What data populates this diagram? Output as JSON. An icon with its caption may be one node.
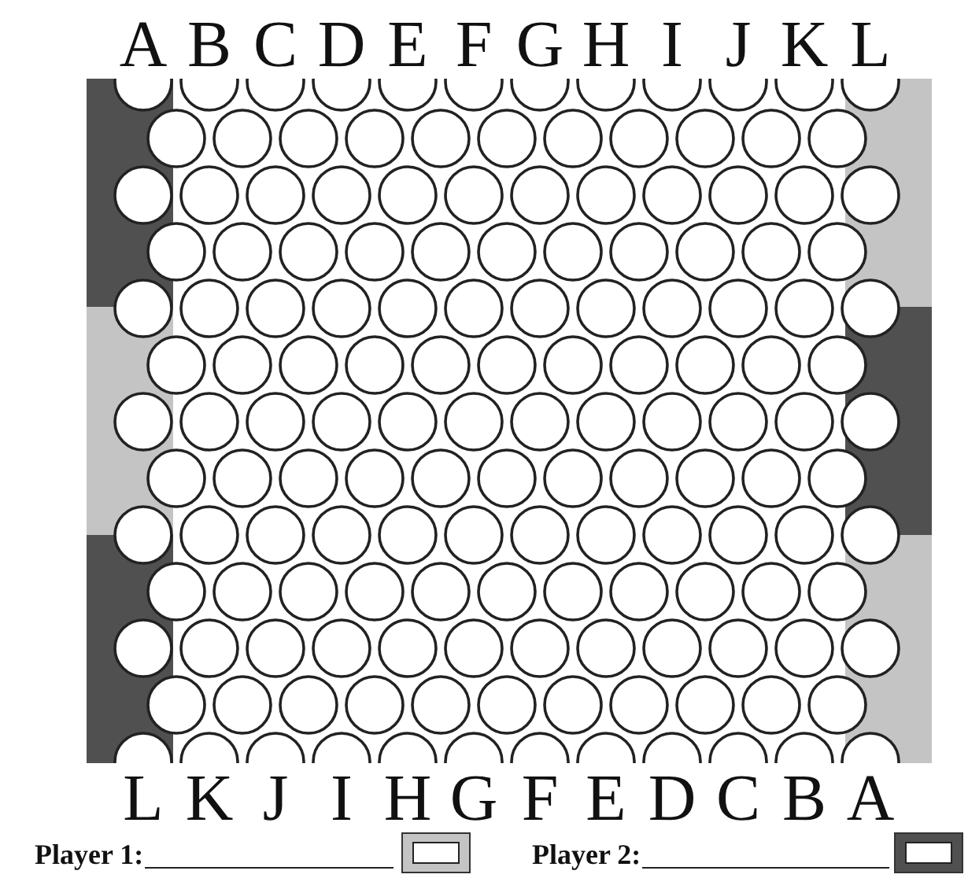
{
  "diagram": {
    "labels": [
      "A",
      "B",
      "C",
      "D",
      "E",
      "F",
      "G",
      "H",
      "I",
      "J",
      "K",
      "L",
      "L",
      "K",
      "J",
      "I",
      "H",
      "G",
      "F",
      "E",
      "D",
      "C",
      "B",
      "A"
    ],
    "legend": [
      {
        "text": "Player 1:",
        "color": "#c4c4c4"
      },
      {
        "text": "Player 2:",
        "color": "#505050"
      }
    ]
  }
}
